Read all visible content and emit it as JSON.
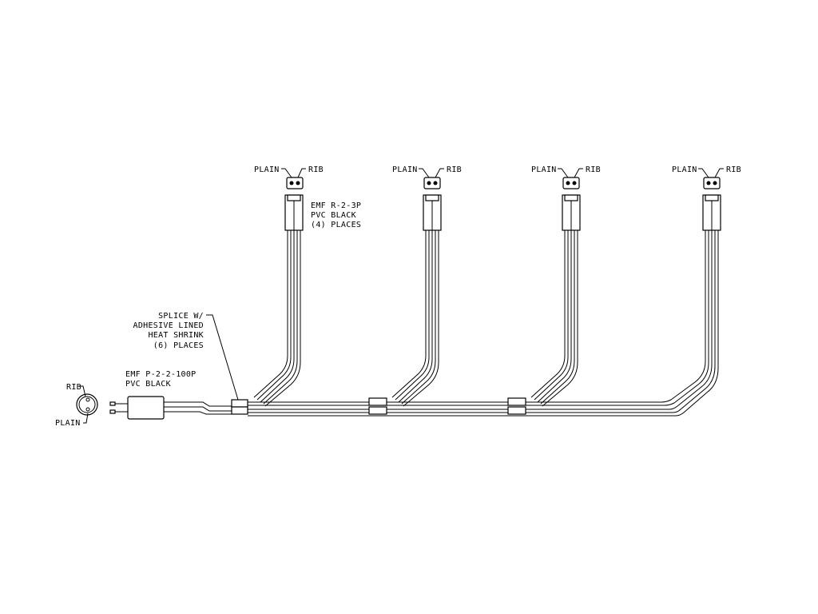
{
  "connector_top": {
    "left_label": "PLAIN",
    "right_label": "RIB"
  },
  "receptacle_note": {
    "line1": "EMF R-2-3P",
    "line2": "PVC BLACK",
    "line3": "(4) PLACES"
  },
  "splice_note": {
    "line1": "SPLICE W/",
    "line2": "ADHESIVE LINED",
    "line3": "HEAT SHRINK",
    "line4": "(6) PLACES"
  },
  "plug_note": {
    "line1": "EMF P-2-2-100P",
    "line2": "PVC BLACK"
  },
  "plug_end": {
    "top_label": "RIB",
    "bottom_label": "PLAIN"
  },
  "branches": [
    {
      "left_label": "PLAIN",
      "right_label": "RIB"
    },
    {
      "left_label": "PLAIN",
      "right_label": "RIB"
    },
    {
      "left_label": "PLAIN",
      "right_label": "RIB"
    },
    {
      "left_label": "PLAIN",
      "right_label": "RIB"
    }
  ]
}
